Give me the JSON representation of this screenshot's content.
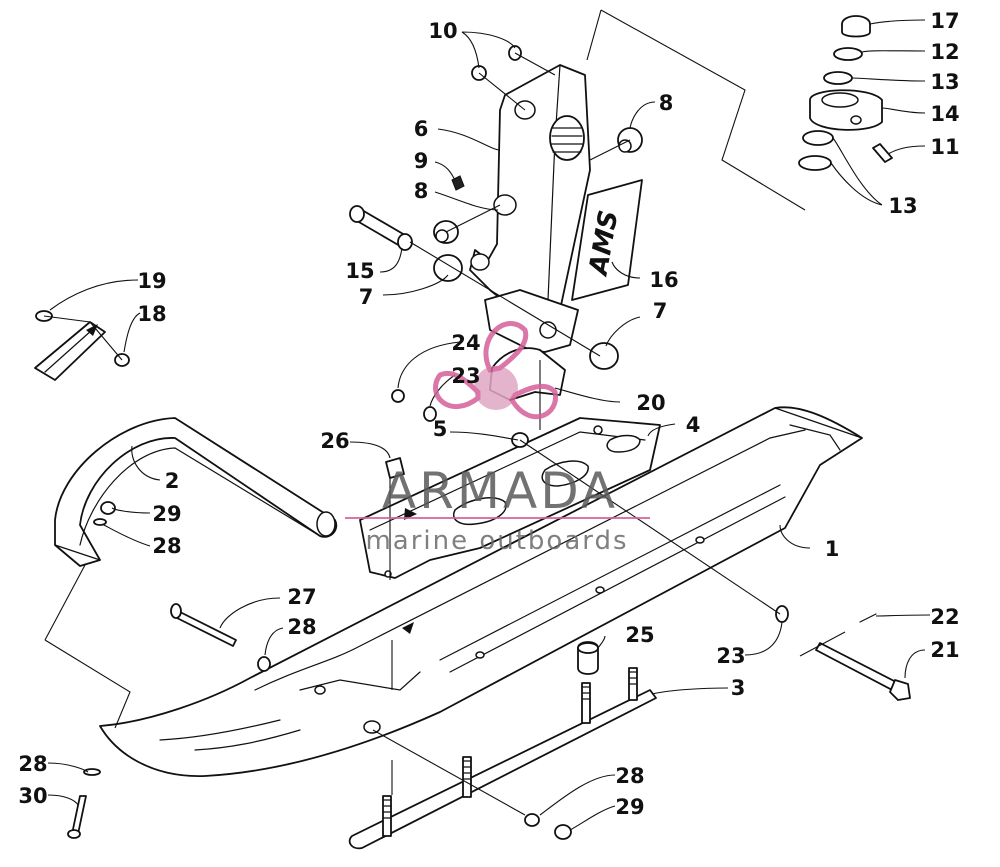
{
  "callouts": {
    "c1": "1",
    "c2": "2",
    "c3": "3",
    "c4": "4",
    "c5": "5",
    "c6": "6",
    "c7a": "7",
    "c7b": "7",
    "c8a": "8",
    "c8b": "8",
    "c9": "9",
    "c10": "10",
    "c11": "11",
    "c12": "12",
    "c13a": "13",
    "c13b": "13",
    "c14": "14",
    "c15": "15",
    "c16": "16",
    "c17": "17",
    "c18": "18",
    "c19": "19",
    "c20": "20",
    "c21": "21",
    "c22": "22",
    "c23a": "23",
    "c23b": "23",
    "c24": "24",
    "c25": "25",
    "c26": "26",
    "c27": "27",
    "c28a": "28",
    "c28b": "28",
    "c28c": "28",
    "c28d": "28",
    "c29a": "29",
    "c29b": "29",
    "c30": "30"
  },
  "decal": {
    "text": "AMS"
  },
  "watermark": {
    "brand": "ARMADA",
    "tagline": "marine outboards",
    "accent_color": "#d4609a",
    "text_color": "#5a5a5a"
  }
}
